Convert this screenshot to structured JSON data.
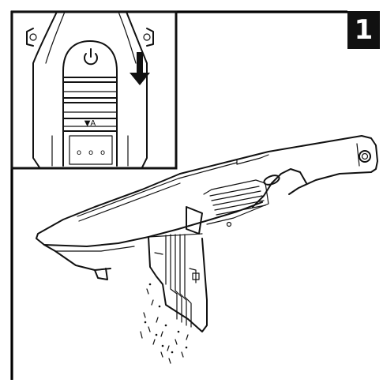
{
  "step": {
    "number": "1"
  },
  "inset": {
    "mode_label": "▼A",
    "indicator_dots": [
      "o",
      "o",
      "o"
    ]
  },
  "icons": {
    "power": "power-icon",
    "arrow": "arrow-down-icon"
  },
  "colors": {
    "ink": "#111111",
    "paper": "#ffffff",
    "badge_bg": "#111111",
    "badge_text": "#ffffff"
  }
}
